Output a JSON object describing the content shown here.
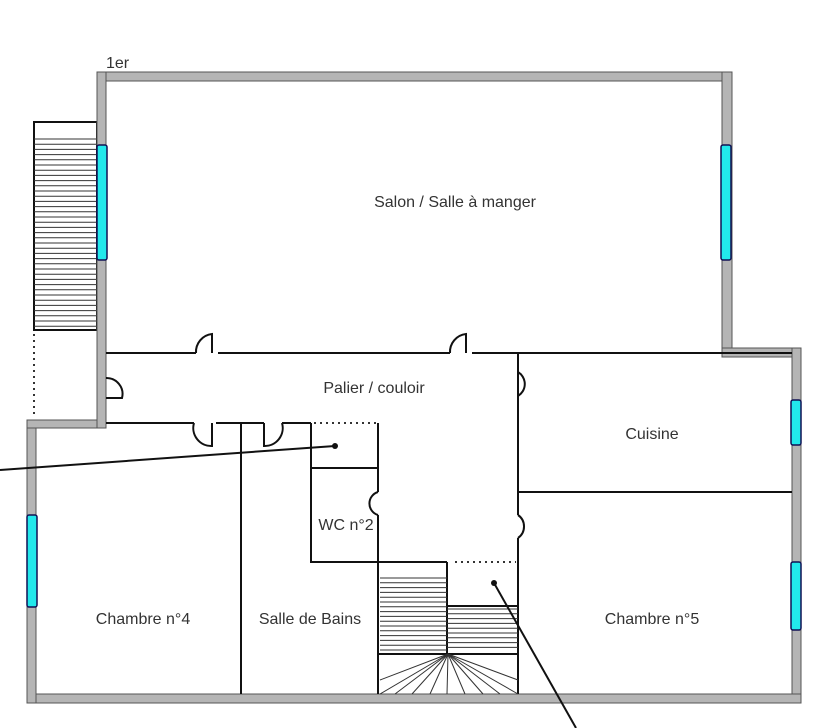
{
  "floor_label": "1er",
  "rooms": {
    "salon": "Salon / Salle à manger",
    "palier": "Palier / couloir",
    "cuisine": "Cuisine",
    "wc": "WC n°2",
    "chambre4": "Chambre n°4",
    "salle_bains": "Salle de Bains",
    "chambre5": "Chambre n°5"
  },
  "colors": {
    "window": "#22e8ec",
    "wall": "#b5b5b5"
  }
}
